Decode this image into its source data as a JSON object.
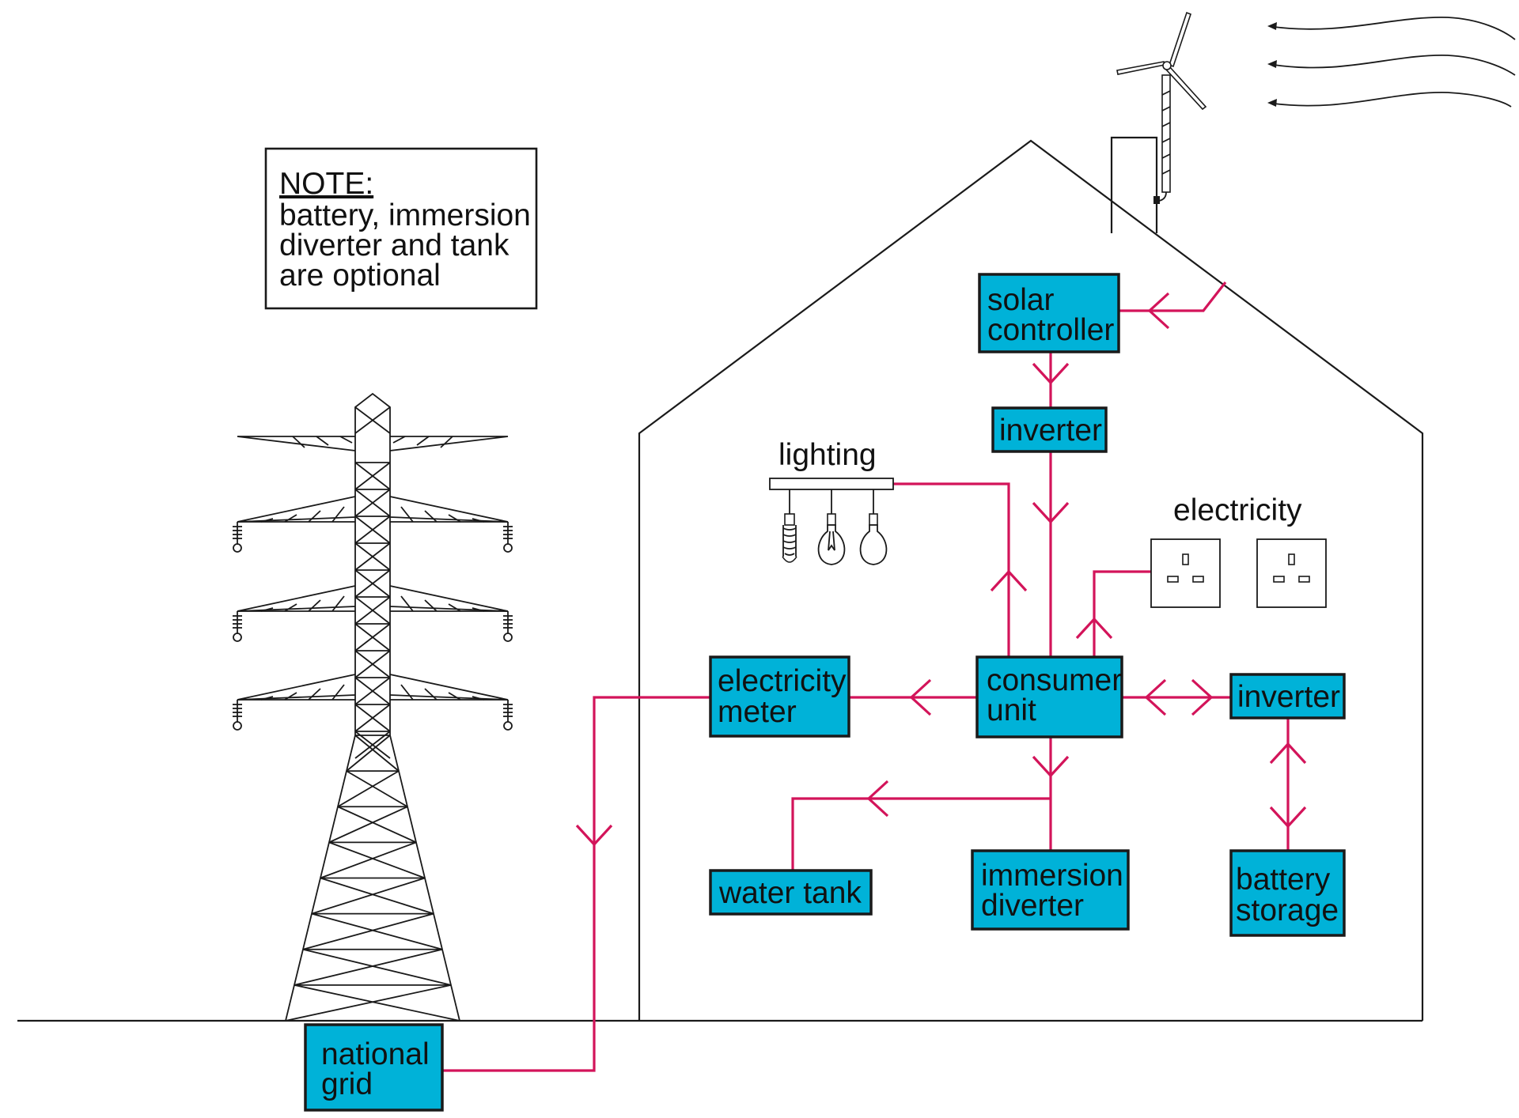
{
  "note": {
    "heading": "NOTE:",
    "lines": [
      "battery, immersion",
      "diverter and tank",
      "are optional"
    ]
  },
  "labels": {
    "lighting": "lighting",
    "electricity": "electricity"
  },
  "boxes": {
    "solar_controller": [
      "solar",
      "controller"
    ],
    "inverter_top": [
      "inverter"
    ],
    "consumer_unit": [
      "consumer",
      "unit"
    ],
    "electricity_meter": [
      "electricity",
      "meter"
    ],
    "inverter_right": [
      "inverter"
    ],
    "water_tank": [
      "water tank"
    ],
    "immersion_diverter": [
      "immersion",
      "diverter"
    ],
    "battery_storage": [
      "battery",
      "storage"
    ],
    "national_grid": [
      "national",
      "grid"
    ]
  },
  "colors": {
    "box_fill": "#00b2d8",
    "wire": "#d3145a",
    "outline": "#1a1a1a"
  },
  "icons": [
    "wind-turbine-icon",
    "wind-arrow-icon",
    "pylon-icon",
    "light-bulb-icon",
    "socket-icon"
  ]
}
